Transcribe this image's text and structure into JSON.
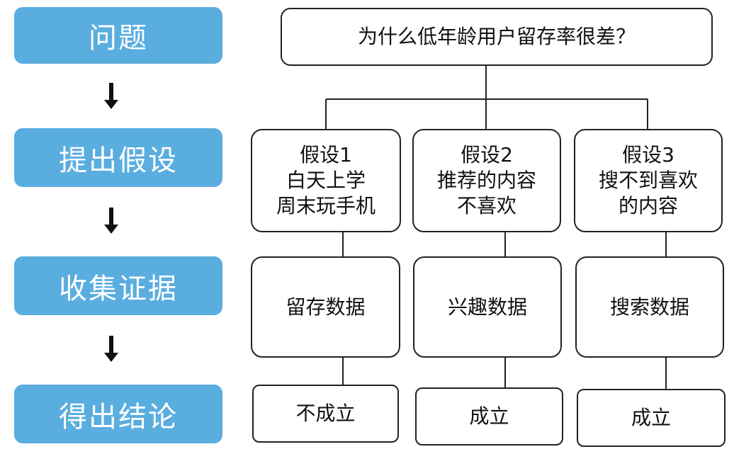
{
  "steps": [
    "问题",
    "提出假设",
    "收集证据",
    "得出结论"
  ],
  "question": "为什么低年龄用户留存率很差？",
  "hypotheses": [
    {
      "title": "假设1",
      "lines": [
        "白天上学",
        "周末玩手机"
      ],
      "evidence": "留存数据",
      "conclusion": "不成立"
    },
    {
      "title": "假设2",
      "lines": [
        "推荐的内容",
        "不喜欢"
      ],
      "evidence": "兴趣数据",
      "conclusion": "成立"
    },
    {
      "title": "假设3",
      "lines": [
        "搜不到喜欢",
        "的内容"
      ],
      "evidence": "搜索数据",
      "conclusion": "成立"
    }
  ],
  "colors": {
    "step_fill": "#5aaddf",
    "line": "#222222"
  }
}
